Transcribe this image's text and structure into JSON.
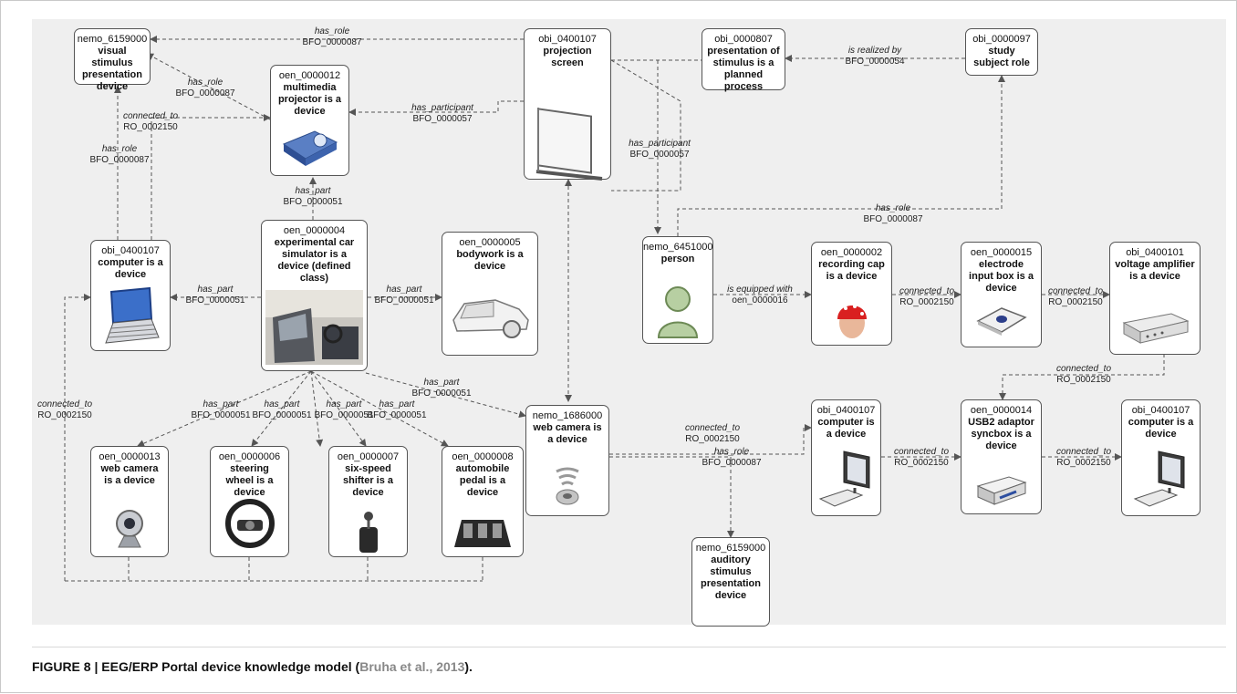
{
  "nodes": {
    "visual_stimulus": {
      "id": "nemo_6159000",
      "label": "visual stimulus presentation device",
      "icon": "none"
    },
    "projection_screen": {
      "id": "obi_0400107",
      "label": "projection screen",
      "icon": "projection-screen-icon"
    },
    "presentation_stimulus": {
      "id": "obi_0000807",
      "label": "presentation of stimulus is a planned process",
      "icon": "none"
    },
    "study_subject": {
      "id": "obi_0000097",
      "label": "study subject role",
      "icon": "none"
    },
    "projector": {
      "id": "oen_0000012",
      "label": "multimedia projector is a device",
      "icon": "projector-icon"
    },
    "car_simulator": {
      "id": "oen_0000004",
      "label": "experimental car simulator is a device (defined class)",
      "icon": "car-interior-photo"
    },
    "computer_left": {
      "id": "obi_0400107",
      "label": "computer is a device",
      "icon": "laptop-icon"
    },
    "bodywork": {
      "id": "oen_0000005",
      "label": "bodywork is a device",
      "icon": "car-door-icon"
    },
    "person": {
      "id": "nemo_6451000",
      "label": "person",
      "icon": "person-icon"
    },
    "recording_cap": {
      "id": "oen_0000002",
      "label": "recording cap is a device",
      "icon": "eeg-cap-icon"
    },
    "electrode_box": {
      "id": "oen_0000015",
      "label": "electrode input box is a device",
      "icon": "electrode-box-icon"
    },
    "voltage_amp": {
      "id": "obi_0400101",
      "label": "voltage amplifier is a device",
      "icon": "amplifier-icon"
    },
    "web_camera_left": {
      "id": "oen_0000013",
      "label": "web camera is a device",
      "icon": "webcam-icon"
    },
    "steering_wheel": {
      "id": "oen_0000006",
      "label": "steering wheel is a device",
      "icon": "steering-wheel-icon"
    },
    "shifter": {
      "id": "oen_0000007",
      "label": "six-speed shifter is a device",
      "icon": "gear-shifter-icon"
    },
    "pedal": {
      "id": "oen_0000008",
      "label": "automobile pedal is a device",
      "icon": "pedals-icon"
    },
    "web_camera_mid": {
      "id": "nemo_1686000",
      "label": "web camera is a device",
      "icon": "speaker-waves-icon"
    },
    "computer_mid": {
      "id": "obi_0400107",
      "label": "computer is a device",
      "icon": "desktop-computer-icon"
    },
    "usb_syncbox": {
      "id": "oen_0000014",
      "label": "USB2 adaptor syncbox is a device",
      "icon": "syncbox-icon"
    },
    "computer_right": {
      "id": "obi_0400107",
      "label": "computer is a device",
      "icon": "desktop-computer-icon"
    },
    "auditory_stimulus": {
      "id": "nemo_6159000",
      "label": "auditory stimulus presentation device",
      "icon": "none"
    }
  },
  "edge_labels": {
    "e1": {
      "rel": "has_role",
      "id": "BFO_0000087"
    },
    "e2": {
      "rel": "has_role",
      "id": "BFO_0000087"
    },
    "e3": {
      "rel": "connected_to",
      "id": "RO_0002150"
    },
    "e4": {
      "rel": "has_role",
      "id": "BFO_0000087"
    },
    "e5": {
      "rel": "has_participant",
      "id": "BFO_0000057"
    },
    "e6": {
      "rel": "is realized by",
      "id": "BFO_0000054"
    },
    "e7": {
      "rel": "has_participant",
      "id": "BFO_0000057"
    },
    "e8": {
      "rel": "has_part",
      "id": "BFO_0000051"
    },
    "e9": {
      "rel": "has_role",
      "id": "BFO_0000087"
    },
    "e10": {
      "rel": "has_part",
      "id": "BFO_0000051"
    },
    "e11": {
      "rel": "has_part",
      "id": "BFO_0000051"
    },
    "e12": {
      "rel": "is equipped with",
      "id": "oen_0000016"
    },
    "e13": {
      "rel": "connected_to",
      "id": "RO_0002150"
    },
    "e14": {
      "rel": "connected_to",
      "id": "RO_0002150"
    },
    "e15": {
      "rel": "connected_to",
      "id": "RO_0002150"
    },
    "e16": {
      "rel": "has_part",
      "id": "BFO_0000051"
    },
    "e17": {
      "rel": "connected_to",
      "id": "RO_0002150"
    },
    "e18": {
      "rel": "has_part",
      "id": "BFO_0000051"
    },
    "e19": {
      "rel": "has_part",
      "id": "BFO_0000051"
    },
    "e20": {
      "rel": "has_part",
      "id": "BFO_0000051"
    },
    "e21": {
      "rel": "has_part",
      "id": "BFO_0000051"
    },
    "e22": {
      "rel": "connected_to",
      "id": "RO_0002150"
    },
    "e23": {
      "rel": "has_role",
      "id": "BFO_0000087"
    },
    "e24": {
      "rel": "connected_to",
      "id": "RO_0002150"
    },
    "e25": {
      "rel": "connected_to",
      "id": "RO_0002150"
    }
  },
  "caption": {
    "text": "FIGURE 8 | EEG/ERP Portal device knowledge model (",
    "citation": "Bruha et al., 2013",
    "tail": ")."
  },
  "colors": {
    "edge": "#555555",
    "panel": "#efefef",
    "node_border": "#555555",
    "citation": "#888888"
  }
}
